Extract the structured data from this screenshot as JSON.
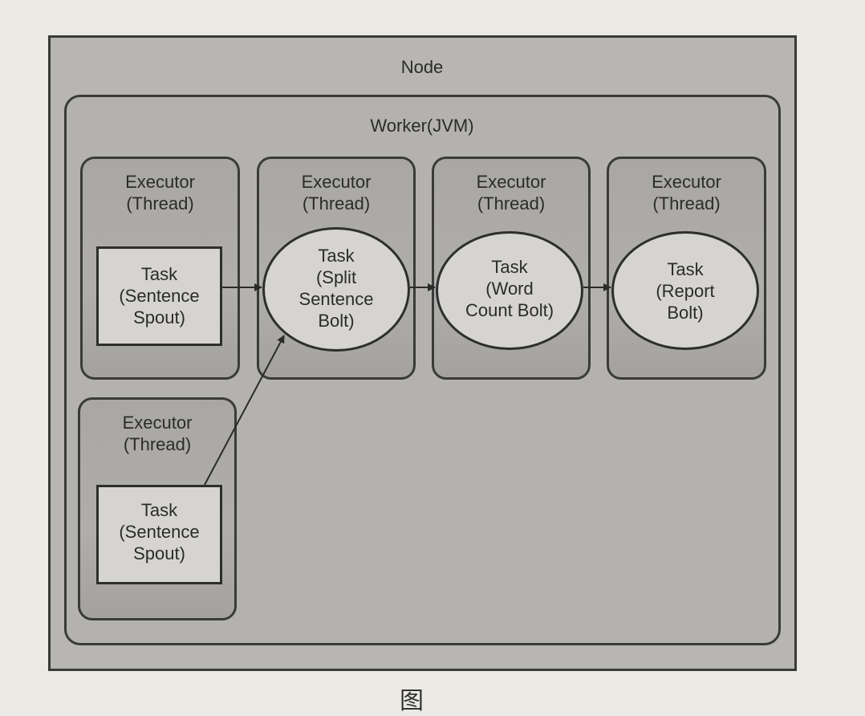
{
  "node": {
    "label": "Node"
  },
  "worker": {
    "label": "Worker(JVM)"
  },
  "executors": [
    {
      "label": "Executor\n(Thread)",
      "task_label": "Task\n(Sentence\nSpout)",
      "task_shape": "rectangle"
    },
    {
      "label": "Executor\n(Thread)",
      "task_label": "Task\n(Split\nSentence\nBolt)",
      "task_shape": "ellipse"
    },
    {
      "label": "Executor\n(Thread)",
      "task_label": "Task\n(Word\nCount Bolt)",
      "task_shape": "ellipse"
    },
    {
      "label": "Executor\n(Thread)",
      "task_label": "Task\n(Report\nBolt)",
      "task_shape": "ellipse"
    },
    {
      "label": "Executor\n(Thread)",
      "task_label": "Task\n(Sentence\nSpout)",
      "task_shape": "rectangle"
    }
  ],
  "edges": [
    {
      "from": "task-sentence-spout-1",
      "to": "task-split-sentence-bolt"
    },
    {
      "from": "task-split-sentence-bolt",
      "to": "task-word-count-bolt"
    },
    {
      "from": "task-word-count-bolt",
      "to": "task-report-bolt"
    },
    {
      "from": "task-sentence-spout-2",
      "to": "task-split-sentence-bolt"
    }
  ],
  "caption": {
    "text": "图"
  },
  "colors": {
    "background": "#eceae5",
    "node_fill": "#b8b6b3",
    "executor_fill": "#a9a7a4",
    "task_fill": "#d6d4d1",
    "stroke": "#2e2e2e"
  }
}
